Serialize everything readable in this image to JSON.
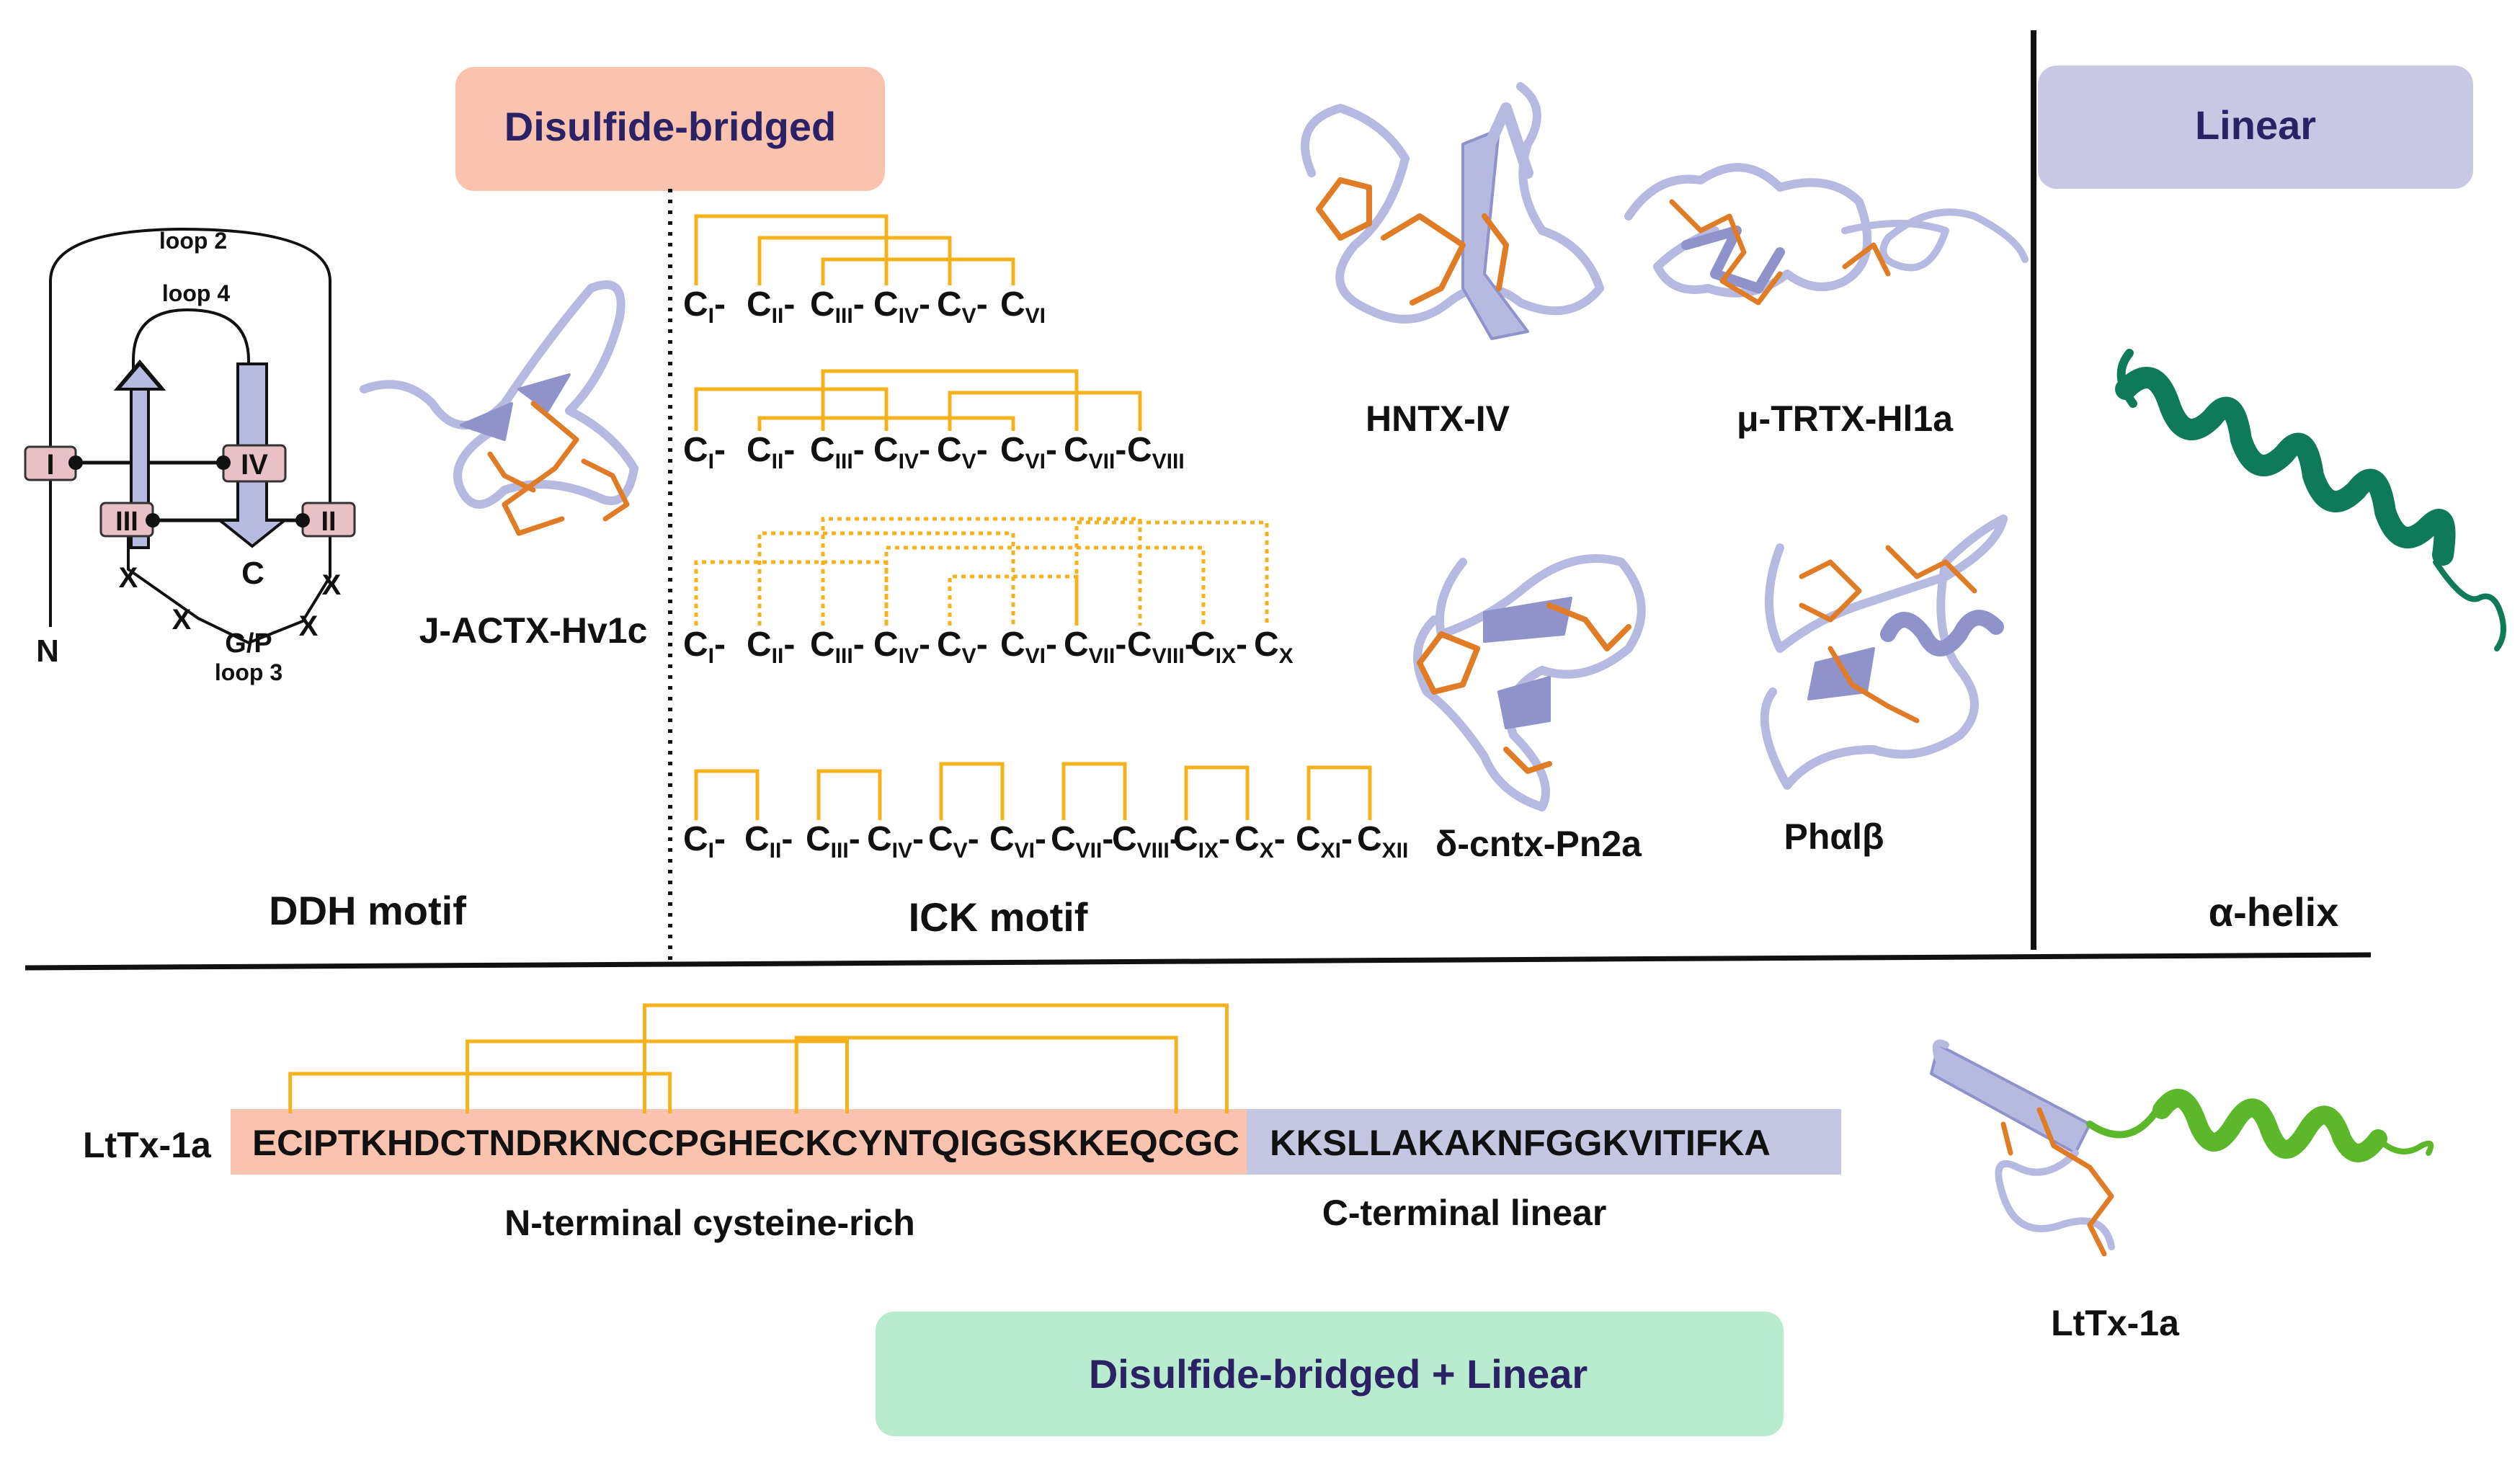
{
  "headers": {
    "disulfide": "Disulfide-bridged",
    "linear": "Linear",
    "both": "Disulfide-bridged + Linear"
  },
  "colors": {
    "disulfide_bg": "#f9c3b0",
    "linear_bg": "#c8c8e4",
    "both_bg": "#b9ebcf",
    "header_text": "#2b2266",
    "bridge": "#f5b21c",
    "strand": "#b6b9e0",
    "sidechain": "#e07b26",
    "helix_green": "#0f7a5a",
    "helix_lime": "#5cb82a",
    "seq_rich_bg": "#f9c3b0",
    "seq_linear_bg": "#c5c6e2"
  },
  "ddh": {
    "loop2": "loop 2",
    "loop4": "loop 4",
    "loop3": "loop 3",
    "box_I": "I",
    "box_II": "II",
    "box_III": "III",
    "box_IV": "IV",
    "x": "X",
    "gp": "G/P",
    "n_term": "N",
    "c_term": "C",
    "caption": "DDH motif",
    "structure_name": "J-ACTX-Hv1c"
  },
  "ick": {
    "caption": "ICK motif",
    "rows": [
      {
        "residues": [
          "I",
          "II",
          "III",
          "IV",
          "V",
          "VI"
        ],
        "style": "solid"
      },
      {
        "residues": [
          "I",
          "II",
          "III",
          "IV",
          "V",
          "VI",
          "VII",
          "VIII"
        ],
        "style": "solid"
      },
      {
        "residues": [
          "I",
          "II",
          "III",
          "IV",
          "V",
          "VI",
          "VII",
          "VIII",
          "IX",
          "X"
        ],
        "style": "dotted"
      },
      {
        "residues": [
          "I",
          "II",
          "III",
          "IV",
          "V",
          "VI",
          "VII",
          "VIII",
          "IX",
          "X",
          "XI",
          "XII"
        ],
        "style": "solid"
      }
    ]
  },
  "structures": {
    "hntx": "HNTX-IV",
    "trtx": "μ-TRTX-Hl1a",
    "cntx": "δ-cntx-Pn2a",
    "phab": "Phαlβ",
    "alpha": "α-helix",
    "lttx": "LtTx-1a"
  },
  "sequence": {
    "name": "LtTx-1a",
    "cys_rich": "ECIPTKHDCTNDRKNCCPGHECKCYNTQIGGSKKEQCGC",
    "linear": "KKSLLAKAKNFGGKVITIFKA",
    "cys_rich_label": "N-terminal cysteine-rich",
    "linear_label": "C-terminal linear"
  }
}
